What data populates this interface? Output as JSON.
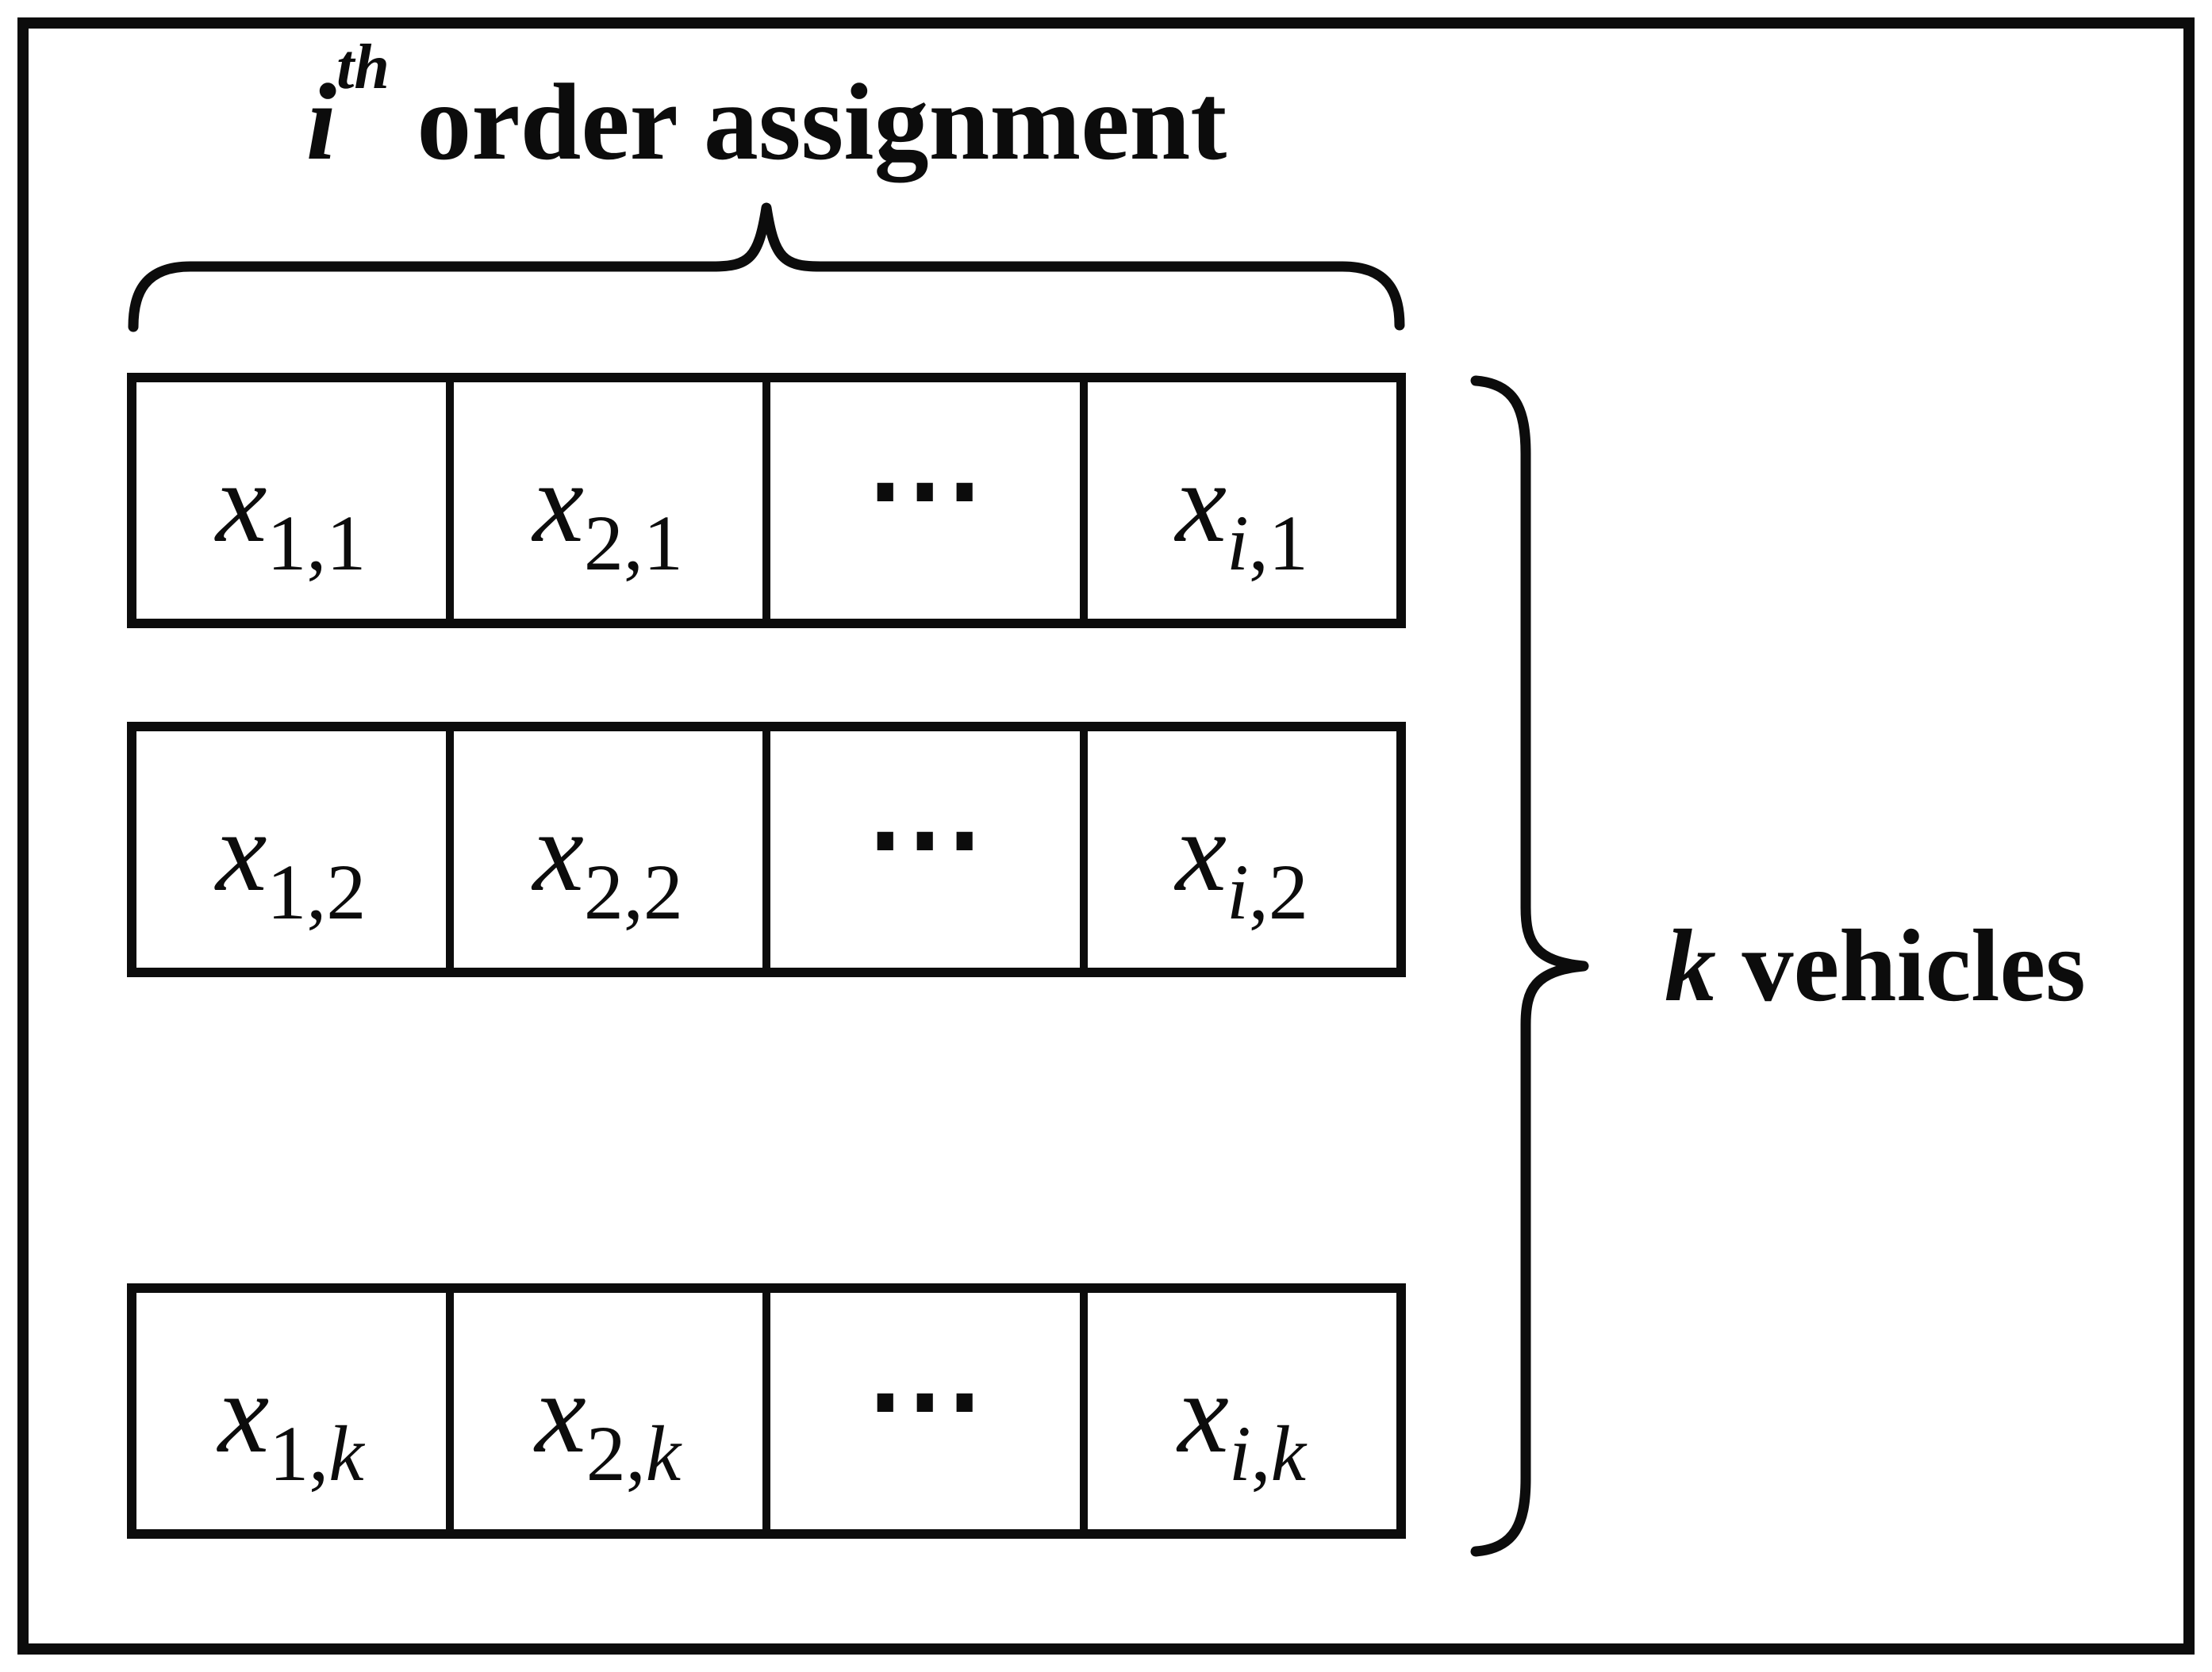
{
  "colors": {
    "ink": "#0c0c0c",
    "paper": "#ffffff"
  },
  "title": {
    "variable": "i",
    "ordinal_superscript": "th",
    "label": " order assignment"
  },
  "matrix": {
    "rows": [
      {
        "id": "vehicle-1",
        "cells": [
          {
            "base": "x",
            "sub_lead": "",
            "sub_mid": "1,1",
            "sub_tail": ""
          },
          {
            "base": "x",
            "sub_lead": "",
            "sub_mid": "2,1",
            "sub_tail": ""
          },
          {
            "base": "⋯",
            "sub_lead": "",
            "sub_mid": "",
            "sub_tail": ""
          },
          {
            "base": "x",
            "sub_lead": "i",
            "sub_mid": ",1",
            "sub_tail": ""
          }
        ]
      },
      {
        "id": "vehicle-2",
        "cells": [
          {
            "base": "x",
            "sub_lead": "",
            "sub_mid": "1,2",
            "sub_tail": ""
          },
          {
            "base": "x",
            "sub_lead": "",
            "sub_mid": "2,2",
            "sub_tail": ""
          },
          {
            "base": "⋯",
            "sub_lead": "",
            "sub_mid": "",
            "sub_tail": ""
          },
          {
            "base": "x",
            "sub_lead": "i",
            "sub_mid": ",2",
            "sub_tail": ""
          }
        ]
      },
      {
        "id": "vehicle-k",
        "cells": [
          {
            "base": "x",
            "sub_lead": "",
            "sub_mid": "1,",
            "sub_tail": "k"
          },
          {
            "base": "x",
            "sub_lead": "",
            "sub_mid": "2,",
            "sub_tail": "k"
          },
          {
            "base": "⋯",
            "sub_lead": "",
            "sub_mid": "",
            "sub_tail": ""
          },
          {
            "base": "x",
            "sub_lead": "i",
            "sub_mid": ",",
            "sub_tail": "k"
          }
        ]
      }
    ]
  },
  "right_label": {
    "variable": "k",
    "label": " vehicles"
  }
}
